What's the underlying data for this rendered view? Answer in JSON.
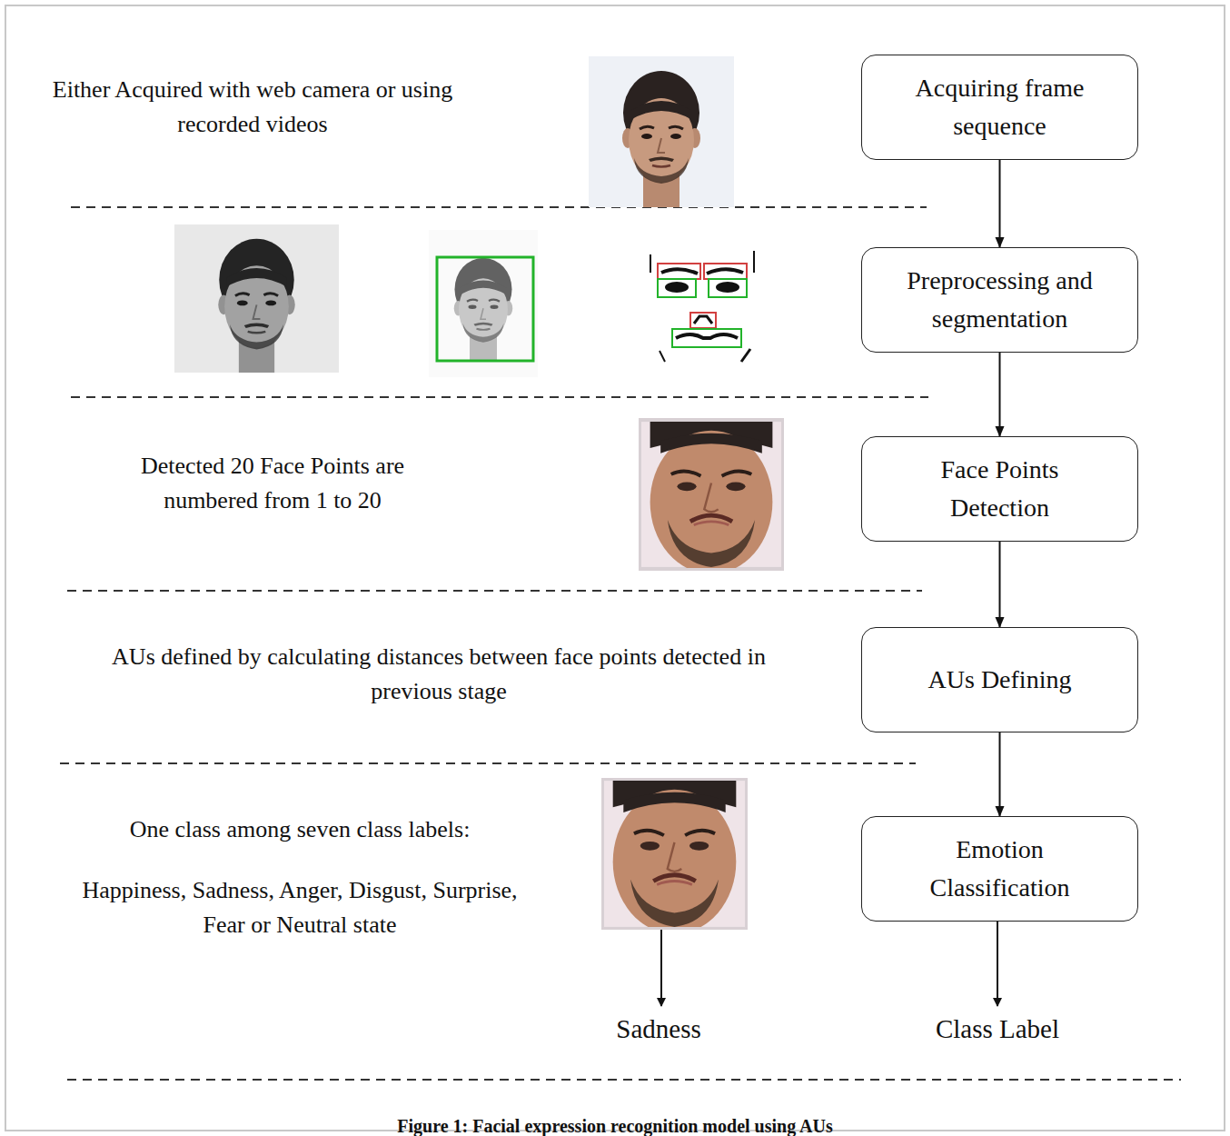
{
  "diagram": {
    "caption": "Figure 1: Facial expression recognition model using AUs",
    "nodes": [
      {
        "text": [
          "Acquiring frame sequence"
        ]
      },
      {
        "text": [
          "Preprocessing and segmentation"
        ]
      },
      {
        "text": [
          "Face Points Detection"
        ]
      },
      {
        "text": [
          "AUs Defining"
        ]
      },
      {
        "text": [
          "Emotion Classification"
        ]
      }
    ],
    "edges": [
      {
        "from": 0,
        "to": 1,
        "arrow": "to"
      },
      {
        "from": 1,
        "to": 2,
        "arrow": "to"
      },
      {
        "from": 2,
        "to": 3,
        "arrow": "to"
      },
      {
        "from": 3,
        "to": 4,
        "arrow": "to"
      }
    ],
    "labels": [
      "Either Acquired with web camera or using recorded videos",
      "Detected 20 Face Points are numbered from 1 to 20",
      "AUs defined by calculating distances between face points detected in previous stage",
      "One class among seven class labels:",
      "Happiness, Sadness, Anger, Disgust, Surprise, Fear or Neutral state",
      "Sadness",
      "Class Label"
    ]
  }
}
